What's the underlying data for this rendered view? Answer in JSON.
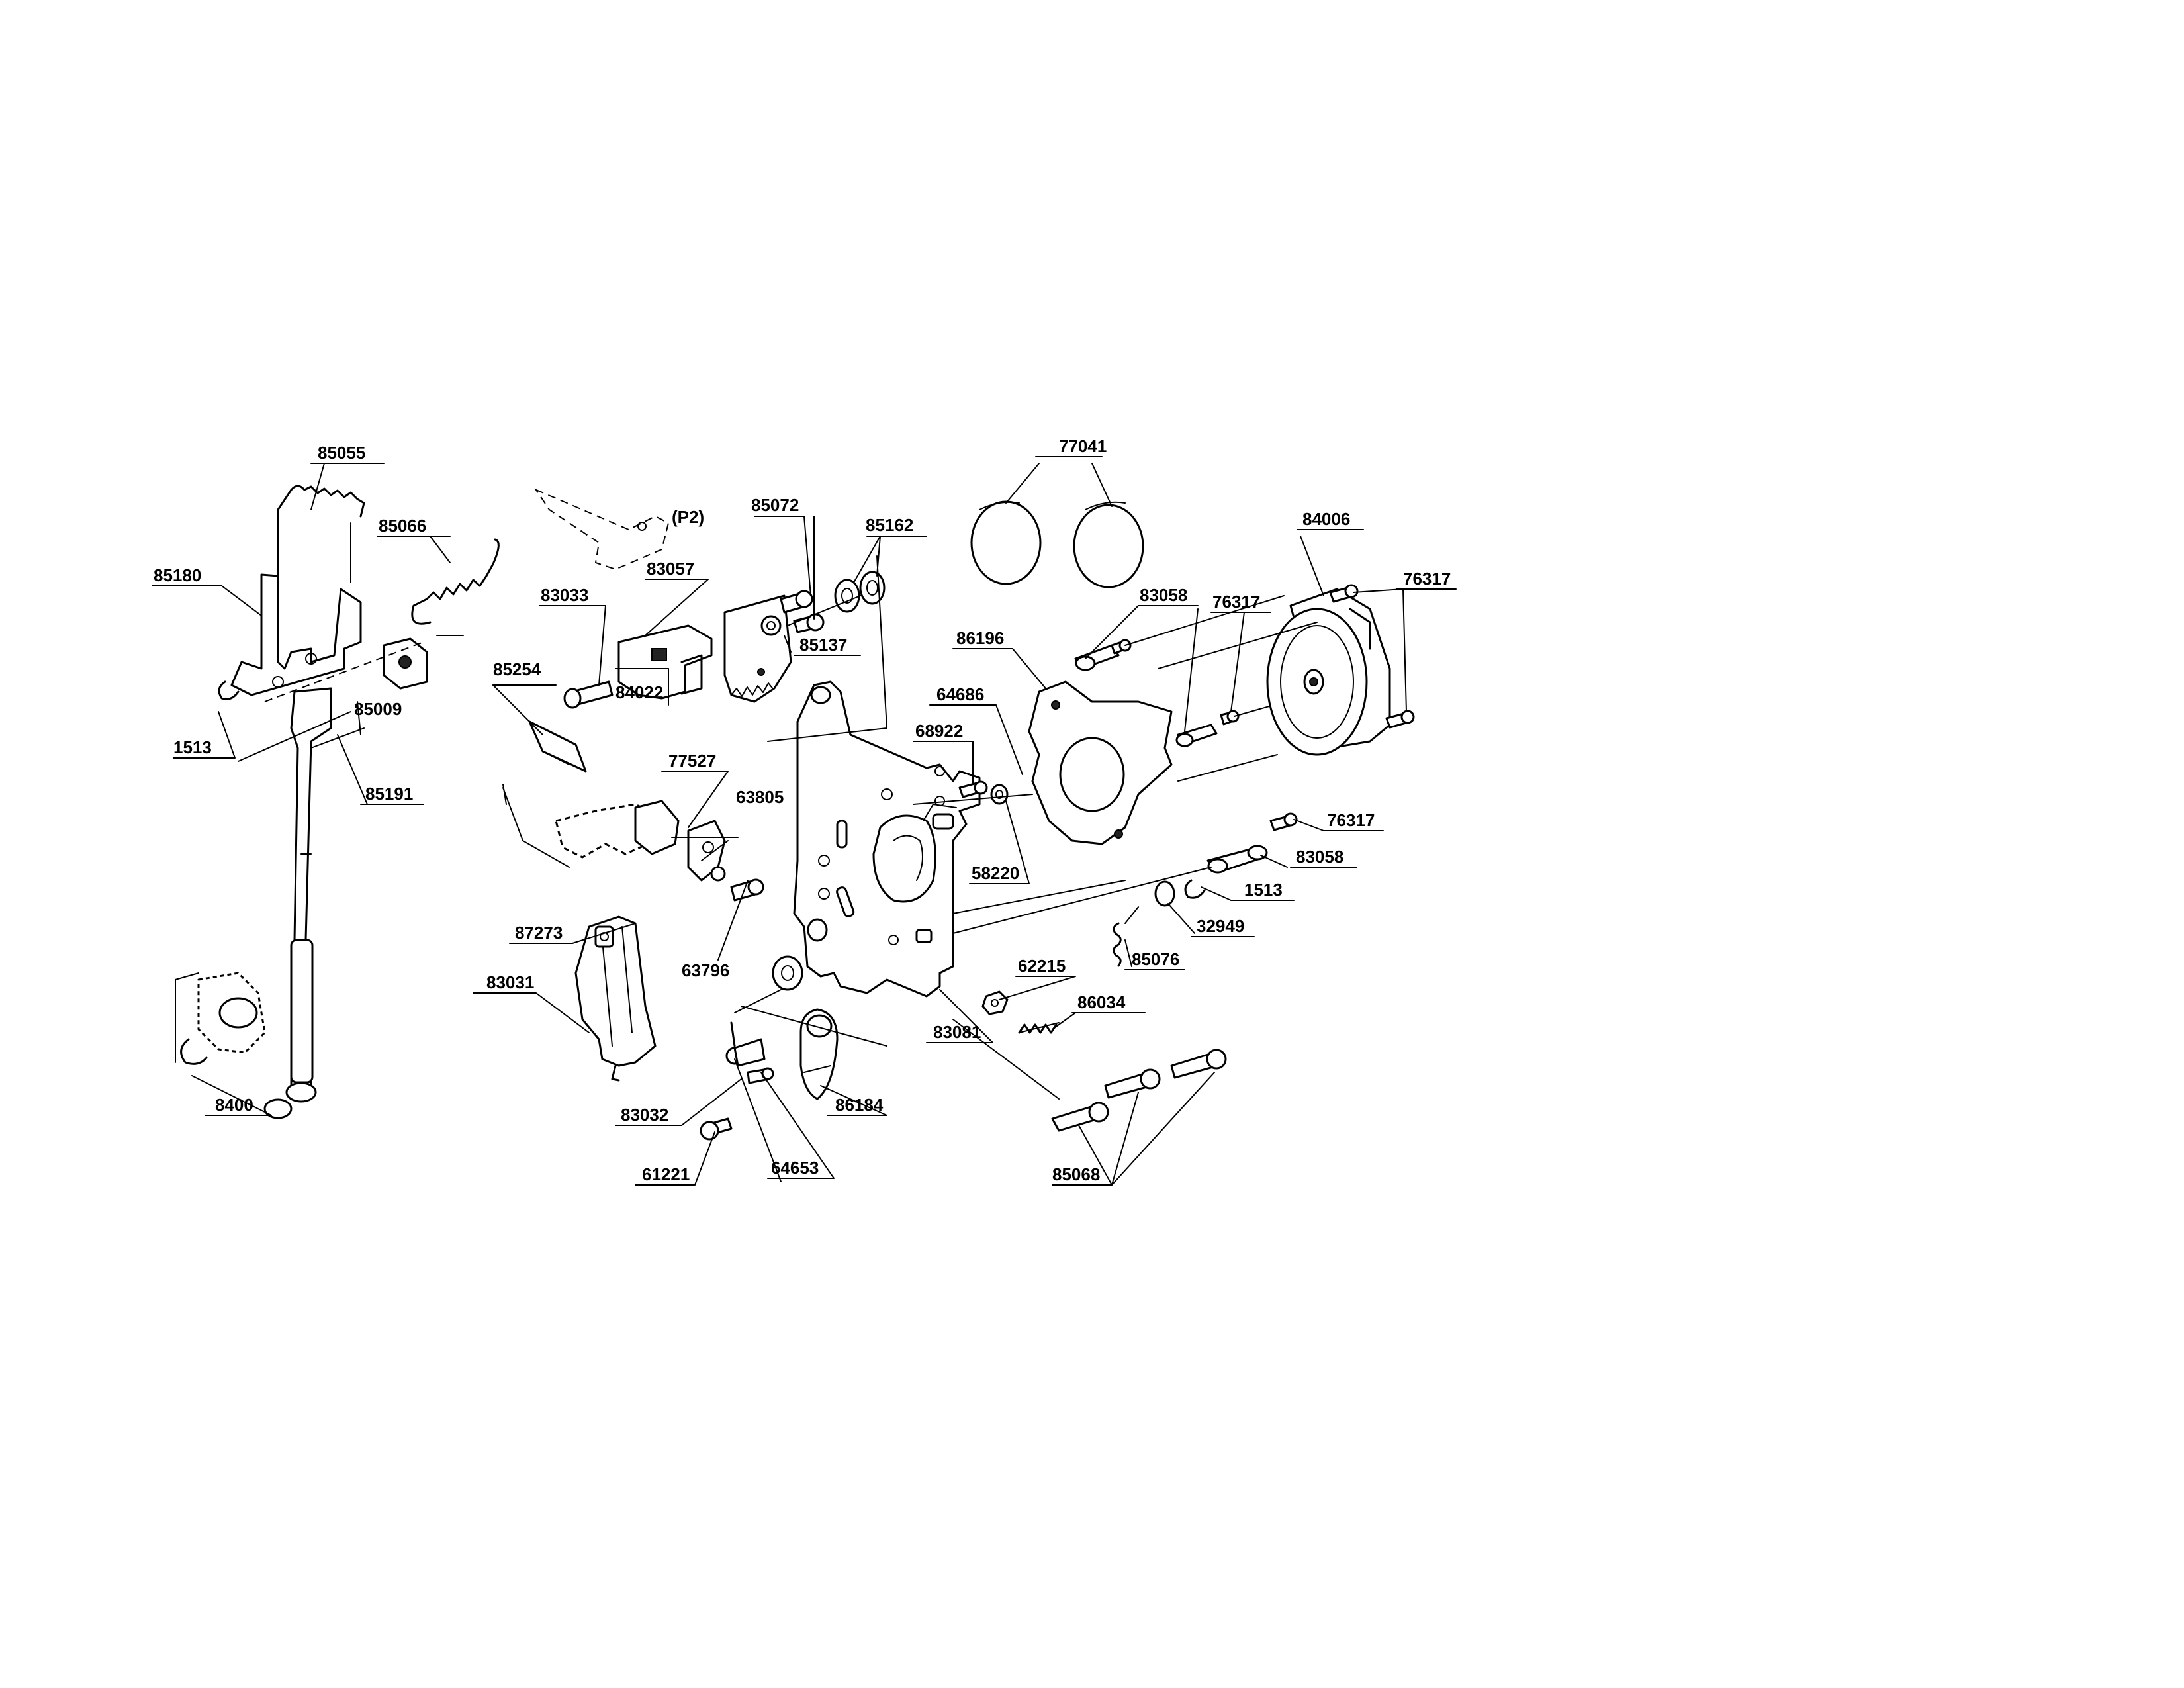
{
  "diagram": {
    "sheet_note": "(P2)",
    "parts": {
      "p85055": "85055",
      "p85066": "85066",
      "p85180": "85180",
      "p85009": "85009",
      "p1513_left": "1513",
      "p85191": "85191",
      "p8400": "8400",
      "p83033": "83033",
      "p83057": "83057",
      "p85254": "85254",
      "p84022": "84022",
      "p77527": "77527",
      "p63805": "63805",
      "p87273": "87273",
      "p83031": "83031",
      "p63796": "63796",
      "p83032": "83032",
      "p61221": "61221",
      "p64653": "64653",
      "p86184": "86184",
      "p85072": "85072",
      "p85162": "85162",
      "p85137": "85137",
      "p86196": "86196",
      "p64686": "64686",
      "p68922": "68922",
      "p58220": "58220",
      "p83081": "83081",
      "p62215": "62215",
      "p86034": "86034",
      "p85068": "85068",
      "p77041": "77041",
      "p83058_top": "83058",
      "p76317_mid": "76317",
      "p84006": "84006",
      "p76317_right": "76317",
      "p76317_low": "76317",
      "p83058_low": "83058",
      "p1513_right": "1513",
      "p32949": "32949",
      "p85076": "85076"
    }
  }
}
